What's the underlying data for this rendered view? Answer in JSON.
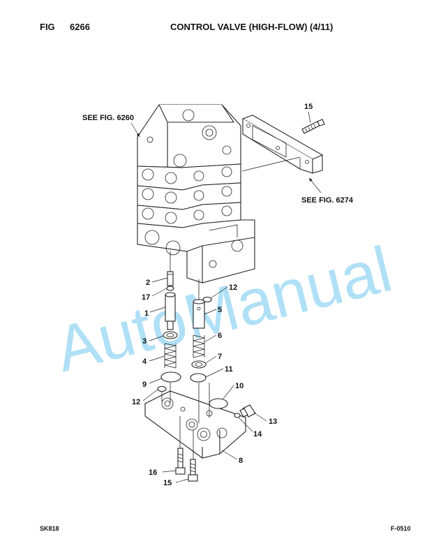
{
  "header": {
    "fig_label": "FIG",
    "fig_number": "6266",
    "title": "CONTROL VALVE (HIGH-FLOW) (4/11)"
  },
  "footer": {
    "model": "SK818",
    "code": "F-0510"
  },
  "references": {
    "top": "SEE FIG. 6260",
    "right": "SEE FIG. 6274"
  },
  "watermark": {
    "text": "AutoManual",
    "color": "#6ec6ef"
  },
  "callouts": [
    "15",
    "2",
    "17",
    "1",
    "12",
    "5",
    "3",
    "6",
    "4",
    "7",
    "9",
    "11",
    "10",
    "12",
    "13",
    "14",
    "8",
    "16",
    "15"
  ]
}
